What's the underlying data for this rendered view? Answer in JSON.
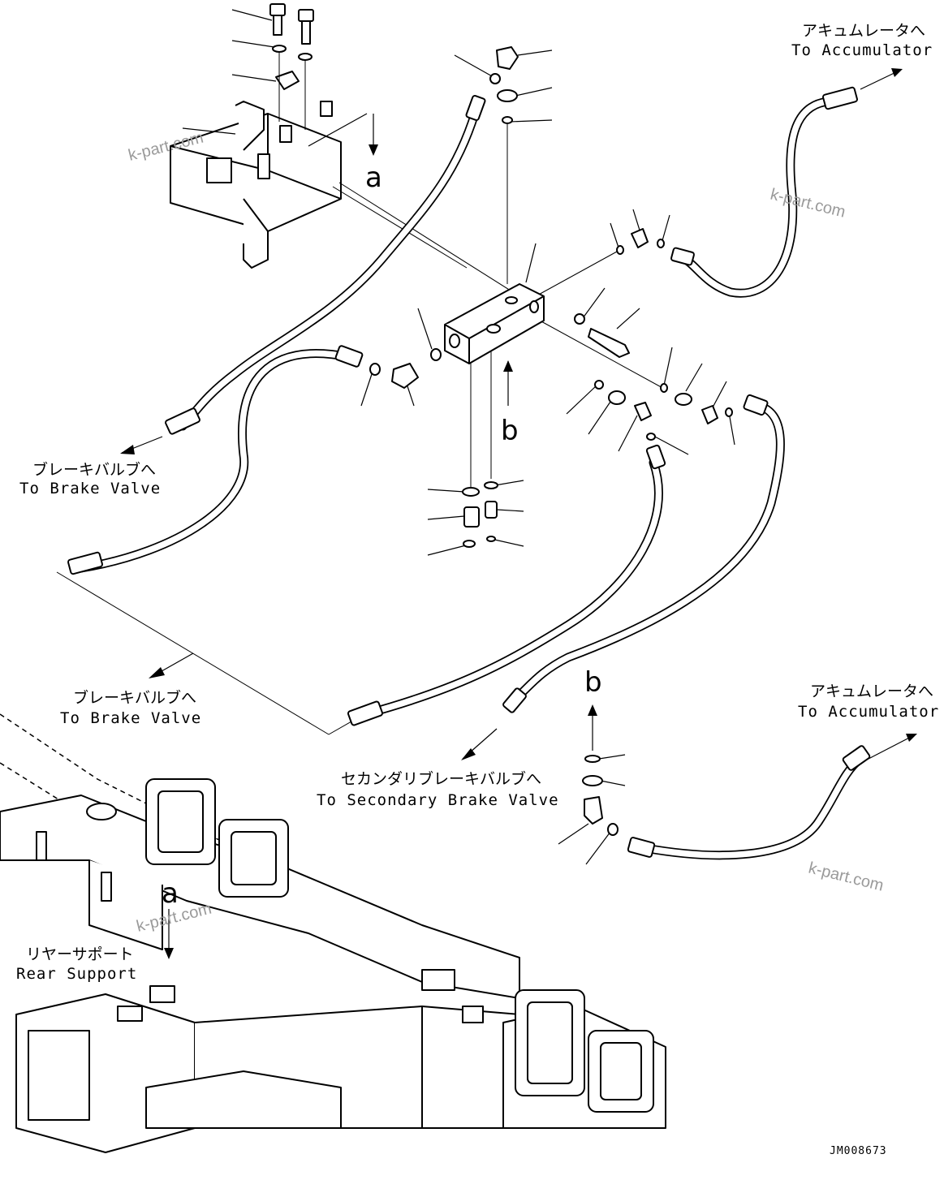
{
  "labels": {
    "accumulator_top_jp": "アキュムレータへ",
    "accumulator_top_en": "To Accumulator",
    "brake_left_jp": "ブレーキバルブへ",
    "brake_left_en": "To Brake Valve",
    "brake_mid_jp": "ブレーキバルブへ",
    "brake_mid_en": "To Brake Valve",
    "accumulator_bottom_jp": "アキュムレータへ",
    "accumulator_bottom_en": "To Accumulator",
    "secondary_jp": "セカンダリブレーキバルブへ",
    "secondary_en": "To Secondary Brake Valve",
    "rear_support_jp": "リヤーサポート",
    "rear_support_en": "Rear Support"
  },
  "callouts": {
    "a_top": "a",
    "a_bottom": "a",
    "b_mid": "b",
    "b_right": "b"
  },
  "watermarks": [
    "k-part.com",
    "k-part.com",
    "k-part.com",
    "k-part.com"
  ],
  "drawing_code": "JM008673"
}
